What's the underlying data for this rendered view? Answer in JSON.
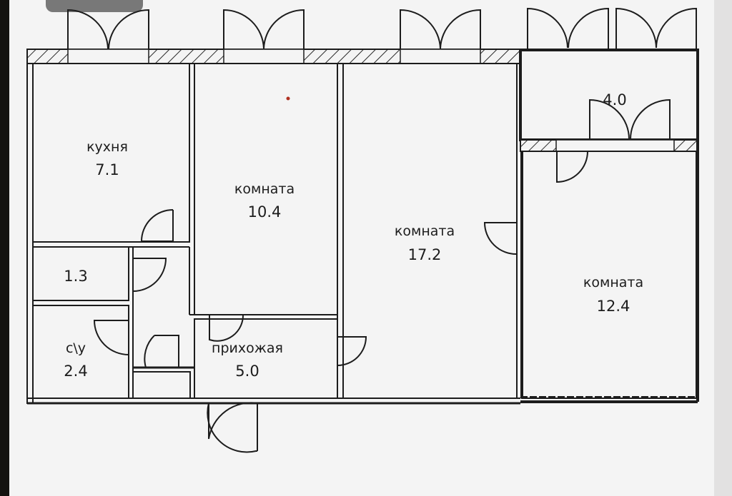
{
  "plan": {
    "rooms": [
      {
        "id": "kitchen",
        "label": "кухня",
        "area": "7.1"
      },
      {
        "id": "room-1",
        "label": "комната",
        "area": "10.4"
      },
      {
        "id": "room-2",
        "label": "комната",
        "area": "17.2"
      },
      {
        "id": "room-3",
        "label": "комната",
        "area": "12.4"
      },
      {
        "id": "balcony",
        "label": "",
        "area": "4.0"
      },
      {
        "id": "storage",
        "label": "",
        "area": "1.3"
      },
      {
        "id": "bathroom",
        "label": "с\\у",
        "area": "2.4"
      },
      {
        "id": "hallway",
        "label": "прихожая",
        "area": "5.0"
      }
    ],
    "colors": {
      "background": "#f4f4f4",
      "wall": "#1c1c1c",
      "marker": "#b03020"
    }
  }
}
